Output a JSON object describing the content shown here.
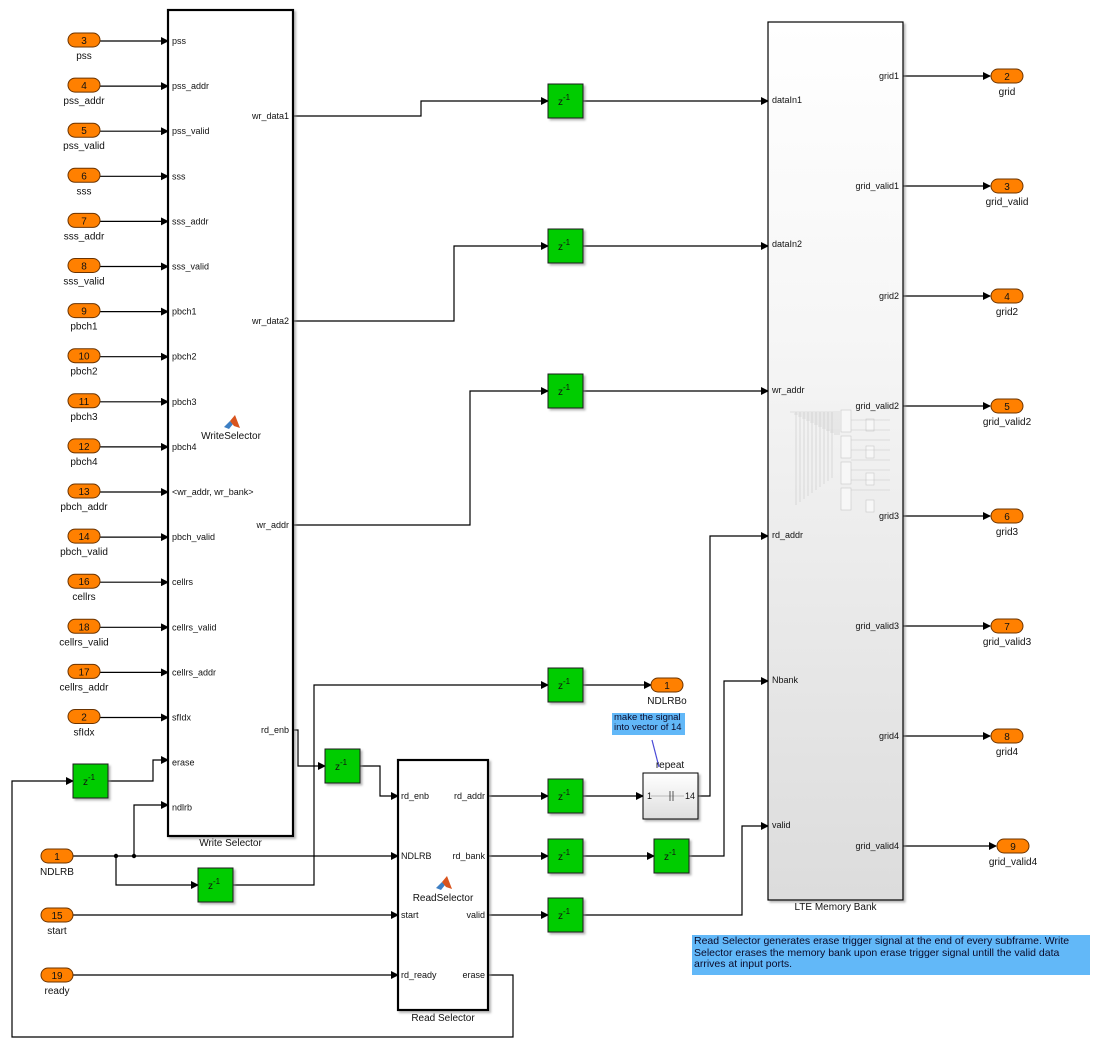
{
  "colors": {
    "port": "#ff8000",
    "delay": "#00cc00",
    "annotation": "#62b8f8",
    "wire": "#000000"
  },
  "blocks": {
    "write_selector": {
      "label": "Write Selector",
      "function_name": "WriteSelector",
      "inputs": [
        "pss",
        "pss_addr",
        "pss_valid",
        "sss",
        "sss_addr",
        "sss_valid",
        "pbch1",
        "pbch2",
        "pbch3",
        "pbch4",
        "<wr_addr, wr_bank>",
        "pbch_valid",
        "cellrs",
        "cellrs_valid",
        "cellrs_addr",
        "sfIdx",
        "erase",
        "ndlrb"
      ],
      "outputs": [
        "wr_data1",
        "wr_data2",
        "wr_addr",
        "rd_enb"
      ]
    },
    "read_selector": {
      "label": "Read Selector",
      "function_name": "ReadSelector",
      "inputs": [
        "rd_enb",
        "NDLRB",
        "start",
        "rd_ready"
      ],
      "outputs": [
        "rd_addr",
        "rd_bank",
        "valid",
        "erase"
      ]
    },
    "memory_bank": {
      "label": "LTE Memory Bank",
      "inputs": [
        "dataIn1",
        "dataIn2",
        "wr_addr",
        "rd_addr",
        "Nbank",
        "valid"
      ],
      "outputs": [
        "grid1",
        "grid_valid1",
        "grid2",
        "grid_valid2",
        "grid3",
        "grid_valid3",
        "grid4",
        "grid_valid4"
      ]
    },
    "repeat": {
      "label": "repeat",
      "in_value": "1",
      "out_value": "14"
    },
    "delay_label": "z",
    "delay_exp": "-1"
  },
  "inports": [
    {
      "num": "3",
      "name": "pss"
    },
    {
      "num": "4",
      "name": "pss_addr"
    },
    {
      "num": "5",
      "name": "pss_valid"
    },
    {
      "num": "6",
      "name": "sss"
    },
    {
      "num": "7",
      "name": "sss_addr"
    },
    {
      "num": "8",
      "name": "sss_valid"
    },
    {
      "num": "9",
      "name": "pbch1"
    },
    {
      "num": "10",
      "name": "pbch2"
    },
    {
      "num": "11",
      "name": "pbch3"
    },
    {
      "num": "12",
      "name": "pbch4"
    },
    {
      "num": "13",
      "name": "pbch_addr"
    },
    {
      "num": "14",
      "name": "pbch_valid"
    },
    {
      "num": "16",
      "name": "cellrs"
    },
    {
      "num": "18",
      "name": "cellrs_valid"
    },
    {
      "num": "17",
      "name": "cellrs_addr"
    },
    {
      "num": "2",
      "name": "sfIdx"
    }
  ],
  "inports_lower": [
    {
      "num": "1",
      "name": "NDLRB"
    },
    {
      "num": "15",
      "name": "start"
    },
    {
      "num": "19",
      "name": "ready"
    }
  ],
  "outports": [
    {
      "num": "2",
      "name": "grid"
    },
    {
      "num": "3",
      "name": "grid_valid"
    },
    {
      "num": "4",
      "name": "grid2"
    },
    {
      "num": "5",
      "name": "grid_valid2"
    },
    {
      "num": "6",
      "name": "grid3"
    },
    {
      "num": "7",
      "name": "grid_valid3"
    },
    {
      "num": "8",
      "name": "grid4"
    },
    {
      "num": "9",
      "name": "grid_valid4"
    }
  ],
  "outport_ndlrbo": {
    "num": "1",
    "name": "NDLRBo"
  },
  "annotations": {
    "repeat_note": "make the signal into vector of 14",
    "main_note": "Read Selector generates erase trigger signal at the end of every subframe. Write Selector erases the memory bank upon erase trigger signal untill the valid data arrives at input ports."
  }
}
